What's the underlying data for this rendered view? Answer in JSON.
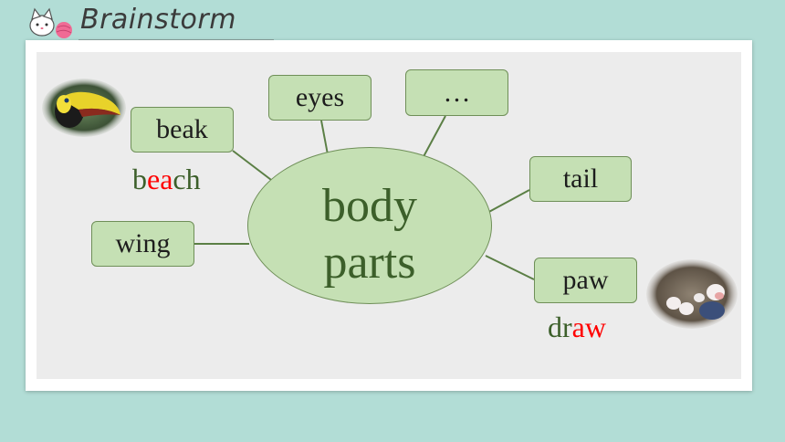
{
  "header": {
    "title": "Brainstorm"
  },
  "mindmap": {
    "center_line1": "body",
    "center_line2": "parts",
    "nodes": {
      "beak": "beak",
      "eyes": "eyes",
      "more": "…",
      "tail": "tail",
      "wing": "wing",
      "paw": "paw"
    }
  },
  "phonics": {
    "beach": {
      "pre": "b",
      "hl": "ea",
      "post": "ch"
    },
    "draw": {
      "pre": "dr",
      "hl": "aw",
      "post": ""
    }
  },
  "colors": {
    "background": "#b2ddd6",
    "box_fill": "#c5e0b4",
    "text_green": "#3c5f2a",
    "highlight": "#ff0000"
  }
}
